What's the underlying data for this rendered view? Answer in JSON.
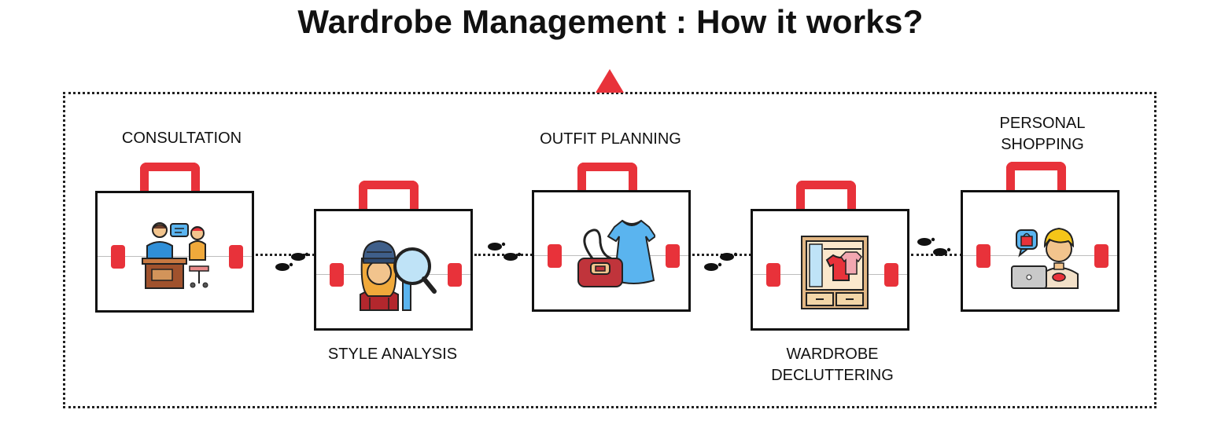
{
  "title": "Wardrobe Management : How it works?",
  "colors": {
    "accent": "#e8323a",
    "outline": "#111111"
  },
  "steps": [
    {
      "label_lines": [
        "CONSULTATION"
      ],
      "icon": "consultation-icon"
    },
    {
      "label_lines": [
        "STYLE ANALYSIS"
      ],
      "icon": "style-analysis-icon"
    },
    {
      "label_lines": [
        "OUTFIT PLANNING"
      ],
      "icon": "outfit-icon"
    },
    {
      "label_lines": [
        "WARDROBE",
        "DECLUTTERING"
      ],
      "icon": "wardrobe-icon"
    },
    {
      "label_lines": [
        "PERSONAL",
        "SHOPPING"
      ],
      "icon": "shopping-icon"
    }
  ],
  "connector_icon": "footprints-icon"
}
